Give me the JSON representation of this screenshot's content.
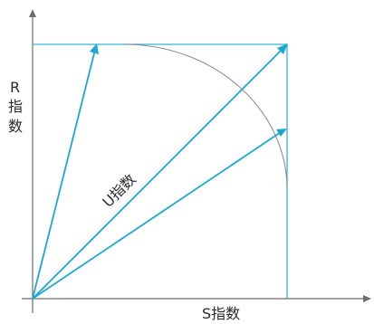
{
  "labels": {
    "y_axis_line1": "R",
    "y_axis_line2": "指",
    "y_axis_line3": "数",
    "x_axis": "S指数",
    "diagonal": "U指数"
  },
  "colors": {
    "vector": "#1aa9d4",
    "guide": "#31b6d8",
    "arc": "#8d8d8d",
    "axis": "#6e6e6e"
  }
}
